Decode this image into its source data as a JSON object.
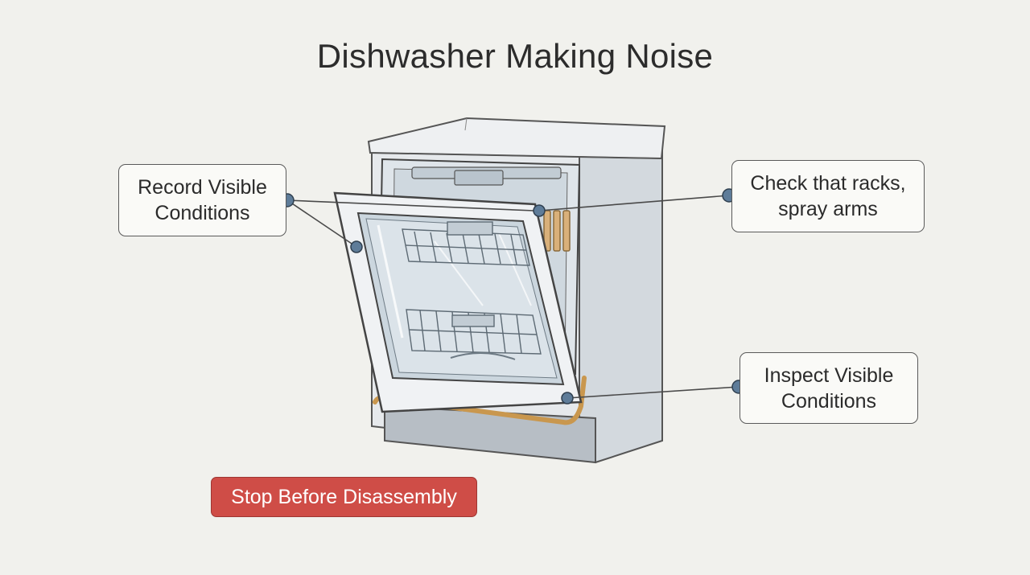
{
  "title": "Dishwasher Making Noise",
  "callouts": {
    "record": {
      "line1": "Record Visible",
      "line2": "Conditions"
    },
    "check": {
      "line1": "Check that racks,",
      "line2": "spray arms"
    },
    "inspect": {
      "line1": "Inspect Visible",
      "line2": "Conditions"
    }
  },
  "warning": {
    "label": "Stop Before Disassembly"
  },
  "colors": {
    "background": "#f1f1ed",
    "appliance": "#e3e7ea",
    "marker": "#5e7c99",
    "gasket": "#c9974e",
    "warning": "#cf4d47"
  }
}
